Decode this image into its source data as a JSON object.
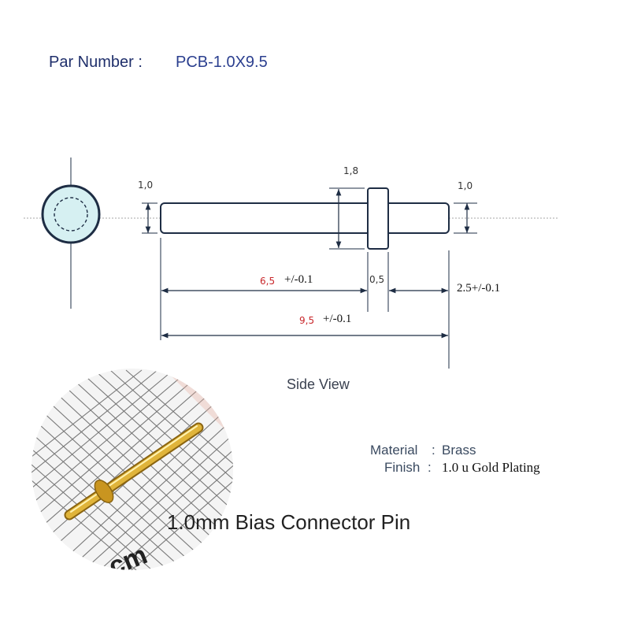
{
  "header": {
    "part_label": "Par Number :",
    "part_value": "PCB-1.0X9.5"
  },
  "dimensions": {
    "d_left": "1,0",
    "d_flange": "1,8",
    "d_right": "1,0",
    "len_short": "6,5",
    "len_short_tol": "+/-0.1",
    "flange_width": "0,5",
    "len_tail": "2.5+/-0.1",
    "len_total": "9,5",
    "len_total_tol": "+/-0.1"
  },
  "view_caption": "Side View",
  "specs": {
    "material_label": "Material",
    "material_sep": ":",
    "material_value": "Brass",
    "finish_label": "Finish",
    "finish_sep": ":",
    "finish_value": "1.0 u Gold Plating"
  },
  "product_title": "1.0mm Bias Connector Pin",
  "photo_text": "cm",
  "colors": {
    "outline": "#1e2d44",
    "accent_red": "#c8262a",
    "circle_fill": "#d6f0f2",
    "gold": "#d9a826"
  }
}
